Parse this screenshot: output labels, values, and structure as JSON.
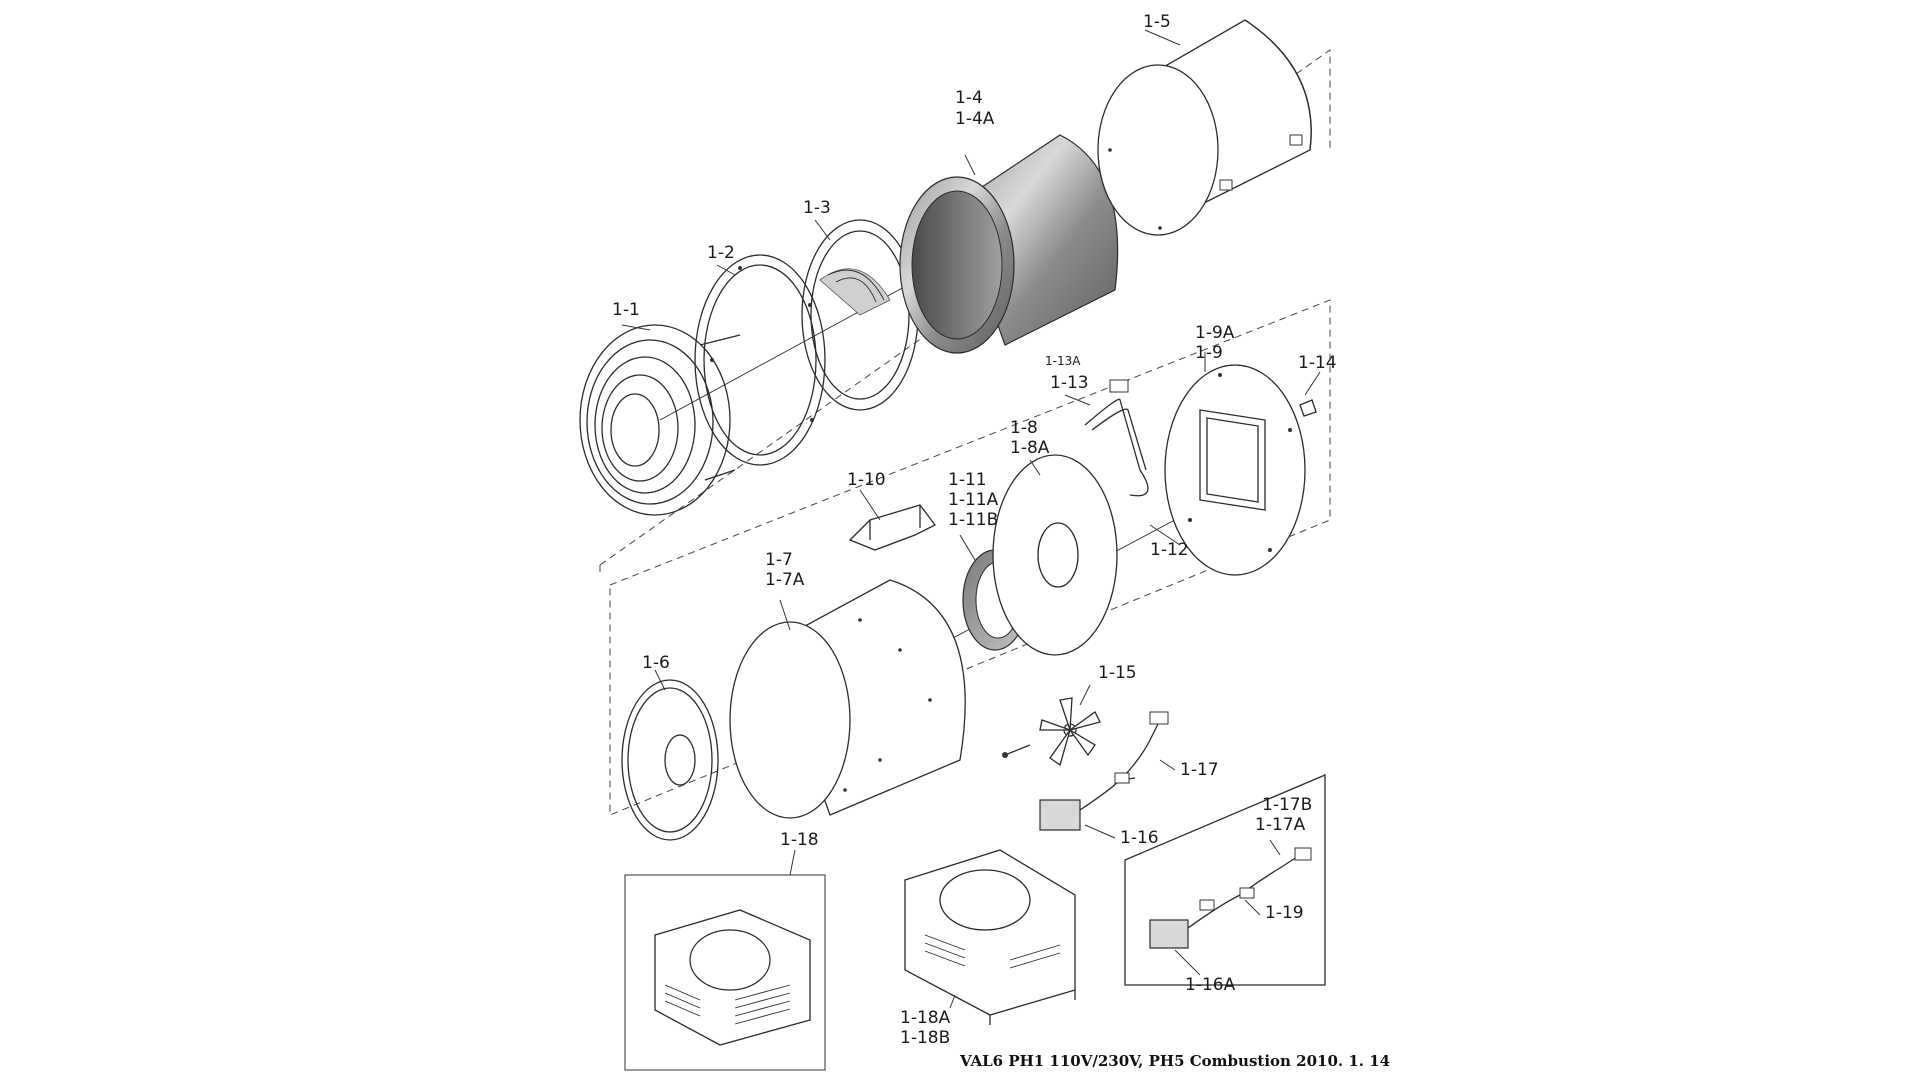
{
  "diagram": {
    "labels": {
      "p1_1": "1-1",
      "p1_2": "1-2",
      "p1_3": "1-3",
      "p1_4": "1-4",
      "p1_4a": "1-4A",
      "p1_5": "1-5",
      "p1_6": "1-6",
      "p1_7": "1-7",
      "p1_7a": "1-7A",
      "p1_8": "1-8",
      "p1_8a": "1-8A",
      "p1_9a": "1-9A",
      "p1_9": "1-9",
      "p1_10": "1-10",
      "p1_11": "1-11",
      "p1_11a": "1-11A",
      "p1_11b": "1-11B",
      "p1_12": "1-12",
      "p1_13a": "1-13A",
      "p1_13": "1-13",
      "p1_14": "1-14",
      "p1_15": "1-15",
      "p1_16": "1-16",
      "p1_16a": "1-16A",
      "p1_17": "1-17",
      "p1_17b": "1-17B",
      "p1_17a": "1-17A",
      "p1_18": "1-18",
      "p1_18a": "1-18A",
      "p1_18b": "1-18B",
      "p1_19": "1-19"
    },
    "footer": "VAL6 PH1 110V/230V, PH5  Combustion 2010. 1. 14"
  }
}
